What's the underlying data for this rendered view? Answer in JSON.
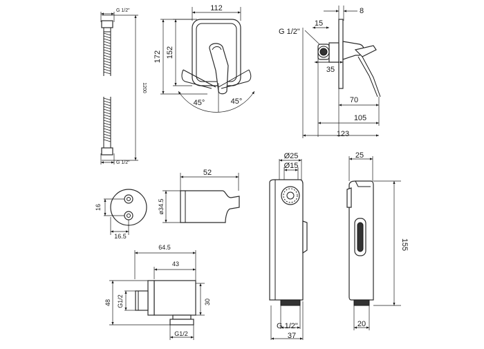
{
  "hose": {
    "top_thread": "G 1/2\"",
    "bottom_thread": "G 1/2\"",
    "length": "1200"
  },
  "mixer_front": {
    "width": "112",
    "height_outer": "172",
    "height_inner": "152",
    "angle_left": "45°",
    "angle_right": "45°"
  },
  "mixer_side": {
    "thread": "G 1/2\"",
    "d8": "8",
    "d15": "15",
    "d35": "35",
    "d70": "70",
    "d105": "105",
    "d123": "123"
  },
  "outlet_plate": {
    "spacing": "16",
    "offset": "16.5"
  },
  "holder": {
    "length": "52",
    "diameter": "ø34.5"
  },
  "elbow": {
    "total": "64.5",
    "inner": "43",
    "height": "48",
    "thread_side": "G1/2",
    "pipe": "30",
    "thread_bottom": "G1/2"
  },
  "handshower_front": {
    "outer_d": "Ø25",
    "inner_d": "Ø15",
    "thread": "G 1/2\"",
    "width": "37"
  },
  "handshower_side": {
    "top_width": "25",
    "length": "155",
    "bottom_width": "20"
  }
}
